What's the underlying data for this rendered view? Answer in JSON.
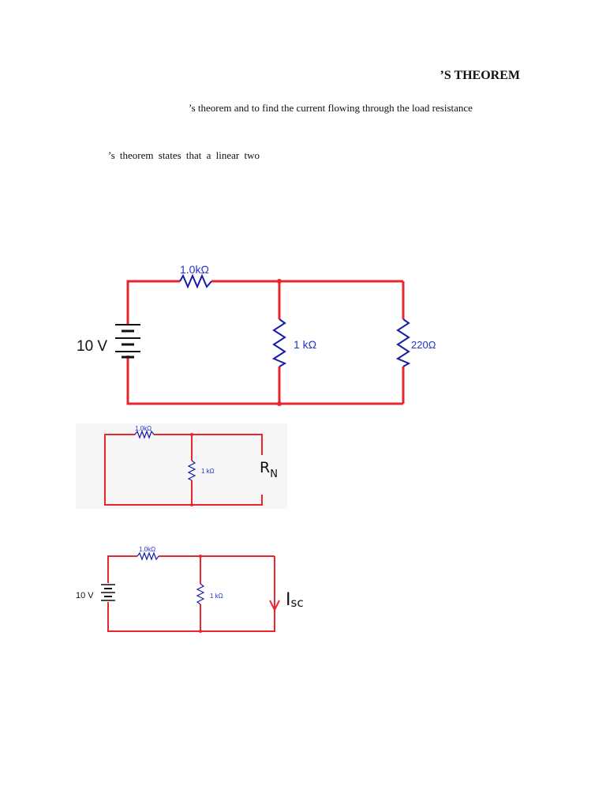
{
  "document": {
    "heading": "’S THEOREM",
    "aim_text": "’s theorem and to find the current flowing through the load resistance",
    "theory_text": "’s theorem states that a linear two"
  },
  "circuit_main": {
    "source_label": "10 V",
    "series_resistor_label": "1.0kΩ",
    "shunt_resistor_label": "1 kΩ",
    "load_resistor_label": "220Ω"
  },
  "circuit_rn": {
    "series_resistor_label": "1.0kΩ",
    "shunt_resistor_label": "1 kΩ",
    "handwritten_label": "R",
    "handwritten_subscript": "N"
  },
  "circuit_isc": {
    "source_label": "10 V",
    "series_resistor_label": "1.0kΩ",
    "shunt_resistor_label": "1 kΩ",
    "handwritten_label": "I",
    "handwritten_subscript": "sc"
  },
  "colors": {
    "wire": "#e8262c",
    "resistor": "#1a1aa8",
    "label_blue": "#2233cc",
    "battery": "#111111"
  }
}
